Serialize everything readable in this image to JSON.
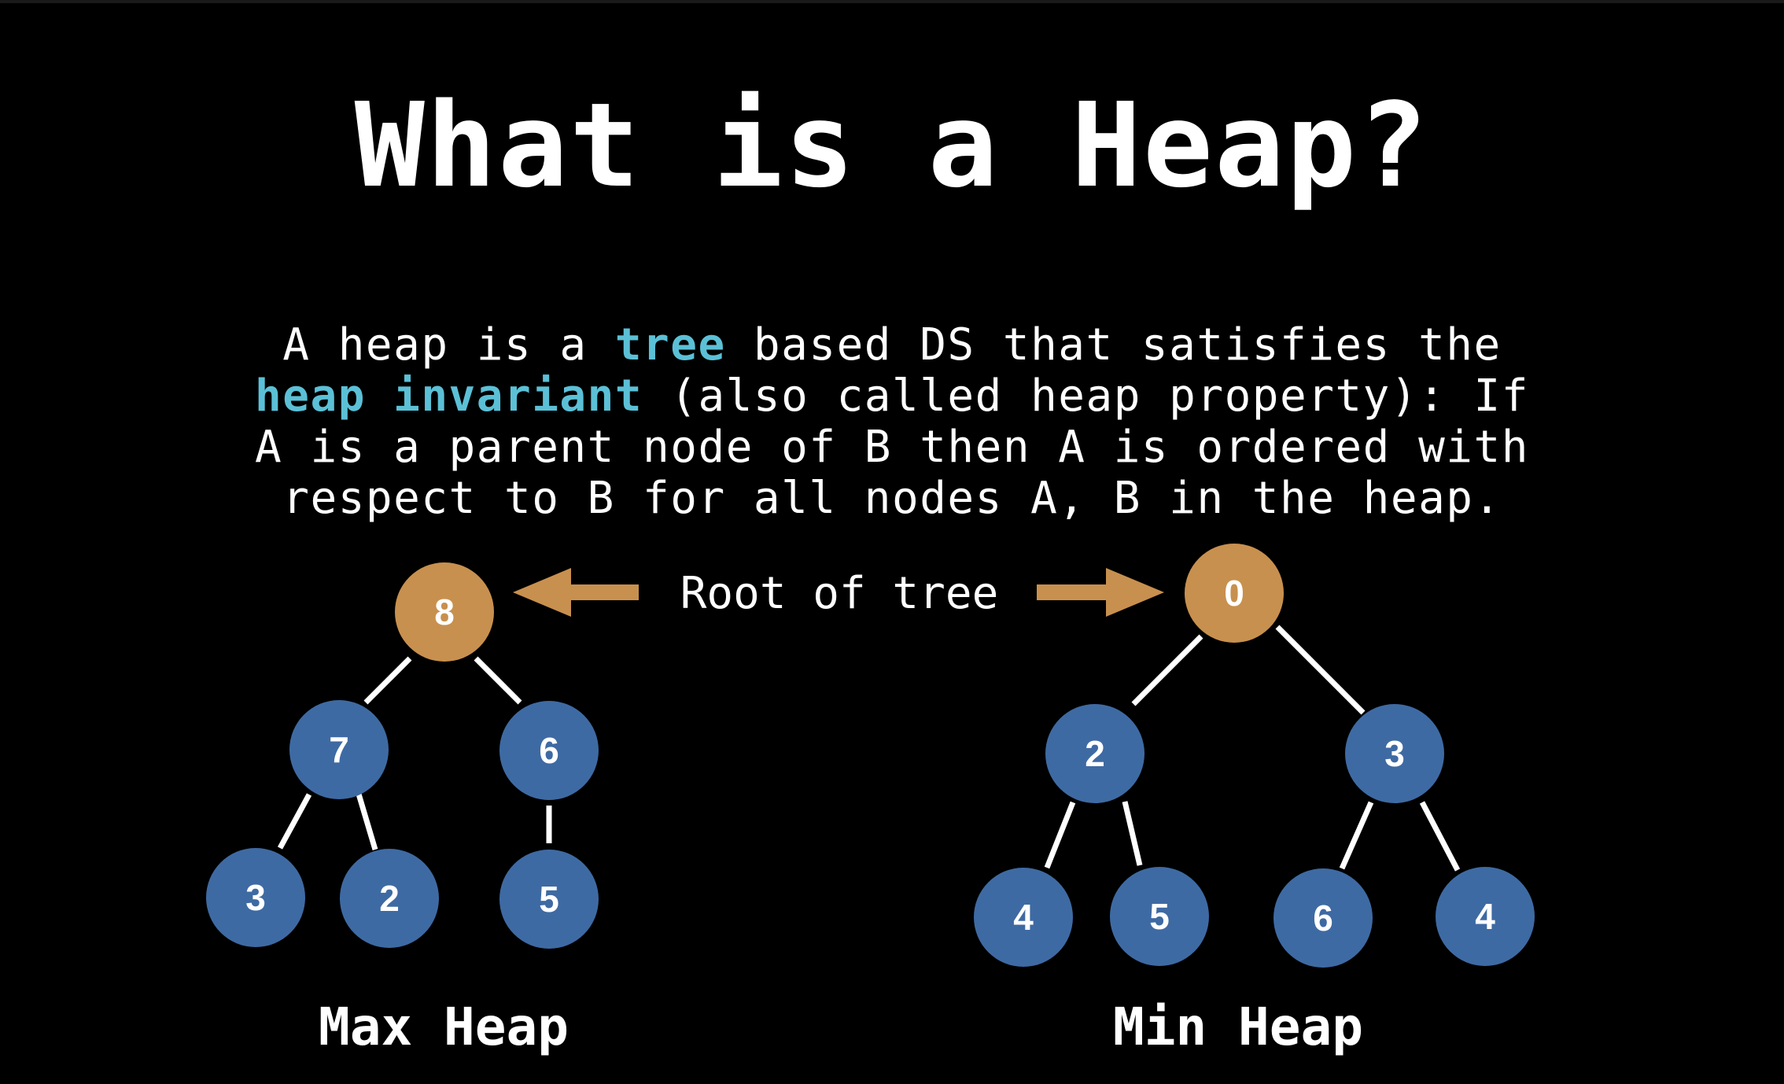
{
  "title": "What is a Heap?",
  "definition": {
    "segments": [
      {
        "text": "A heap is a ",
        "highlight": false
      },
      {
        "text": "tree",
        "highlight": true
      },
      {
        "text": " based DS that satisfies the\n",
        "highlight": false
      },
      {
        "text": "heap invariant",
        "highlight": true
      },
      {
        "text": " (also called heap property): If\nA is a parent node of B then A is ordered with\nrespect to B for all nodes A, B in the heap.",
        "highlight": false
      }
    ]
  },
  "root_annotation": "Root of tree",
  "colors": {
    "background": "#000000",
    "root_node": "#c8904e",
    "node": "#3e6aa3",
    "highlight_text": "#5bc0d6",
    "edge": "#ffffff",
    "arrow": "#c8904e"
  },
  "max_heap": {
    "label": "Max Heap",
    "nodes": [
      "8",
      "7",
      "6",
      "3",
      "2",
      "5"
    ]
  },
  "min_heap": {
    "label": "Min Heap",
    "nodes": [
      "0",
      "2",
      "3",
      "4",
      "5",
      "6",
      "4"
    ]
  }
}
